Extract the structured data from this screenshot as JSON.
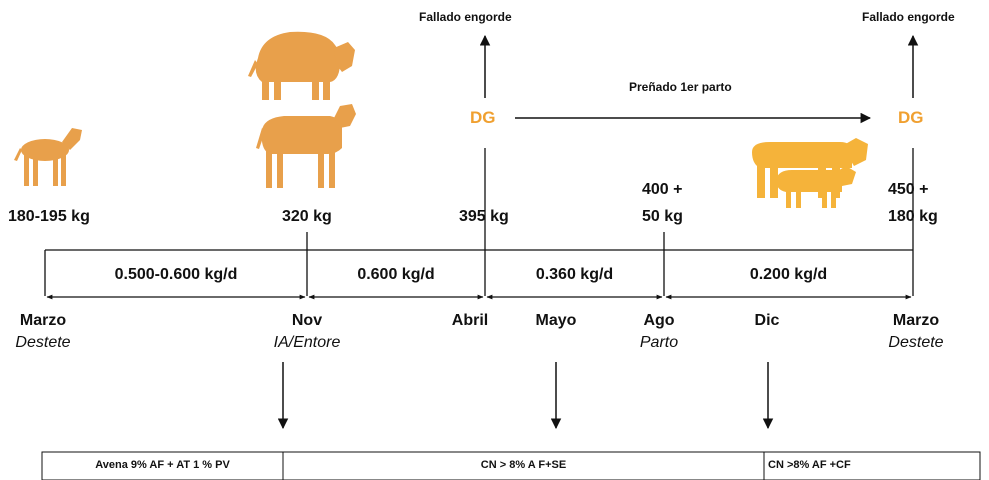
{
  "colors": {
    "animal": "#e8a04b",
    "cow": "#f5b33a",
    "dg": "#f0a030",
    "line": "#111111"
  },
  "failed": {
    "first": "Fallado engorde",
    "second": "Fallado engorde"
  },
  "pregnant_label": "Preñado 1er parto",
  "dg": {
    "first": "DG",
    "second": "DG"
  },
  "weights": {
    "w1": "180-195 kg",
    "w2": "320 kg",
    "w3": "395 kg",
    "w4_line1": "400 +",
    "w4_line2": "50 kg",
    "w5_line1": "450 +",
    "w5_line2": "180 kg"
  },
  "rates": [
    "0.500-0.600 kg/d",
    "0.600 kg/d",
    "0.360 kg/d",
    "0.200 kg/d"
  ],
  "months": {
    "m1": "Marzo",
    "m1_sub": "Destete",
    "m2": "Nov",
    "m2_sub": "IA/Entore",
    "m3": "Abril",
    "m4": "Mayo",
    "m5": "Ago",
    "m5_sub": "Parto",
    "m6": "Dic",
    "m7": "Marzo",
    "m7_sub": "Destete"
  },
  "feeding": [
    "Avena 9% AF + AT 1 % PV",
    "CN > 8% A F+SE",
    "CN >8% AF +CF"
  ],
  "icons": [
    "calf-icon",
    "bull-icon",
    "heifer-icon",
    "cow-with-calf-icon",
    "arrow-up-icon",
    "arrow-right-icon",
    "arrow-down-icon"
  ]
}
